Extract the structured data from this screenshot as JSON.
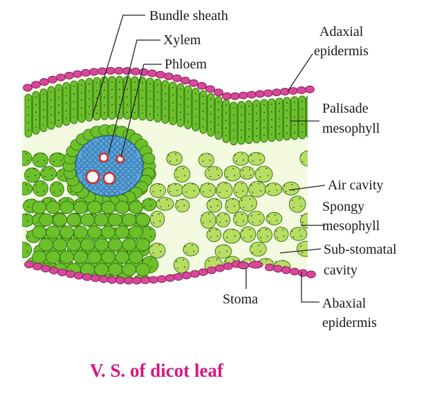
{
  "title": "V. S. of dicot leaf",
  "labels": {
    "bundle_sheath": "Bundle sheath",
    "xylem": "Xylem",
    "phloem": "Phloem",
    "adaxial_1": "Adaxial",
    "adaxial_2": "epidermis",
    "palisade_1": "Palisade",
    "palisade_2": "mesophyll",
    "air_cavity": "Air cavity",
    "spongy_1": "Spongy",
    "spongy_2": "mesophyll",
    "substomatal_1": "Sub-stomatal",
    "substomatal_2": "cavity",
    "stoma": "Stoma",
    "abaxial_1": "Abaxial",
    "abaxial_2": "epidermis"
  },
  "colors": {
    "epidermis": "#d9479a",
    "mesophyll_dark": "#6cc12b",
    "spongy_light": "#b7de63",
    "phloem": "#5aa6dd",
    "xylem_ring": "#d62b2b",
    "title": "#d6177f"
  }
}
